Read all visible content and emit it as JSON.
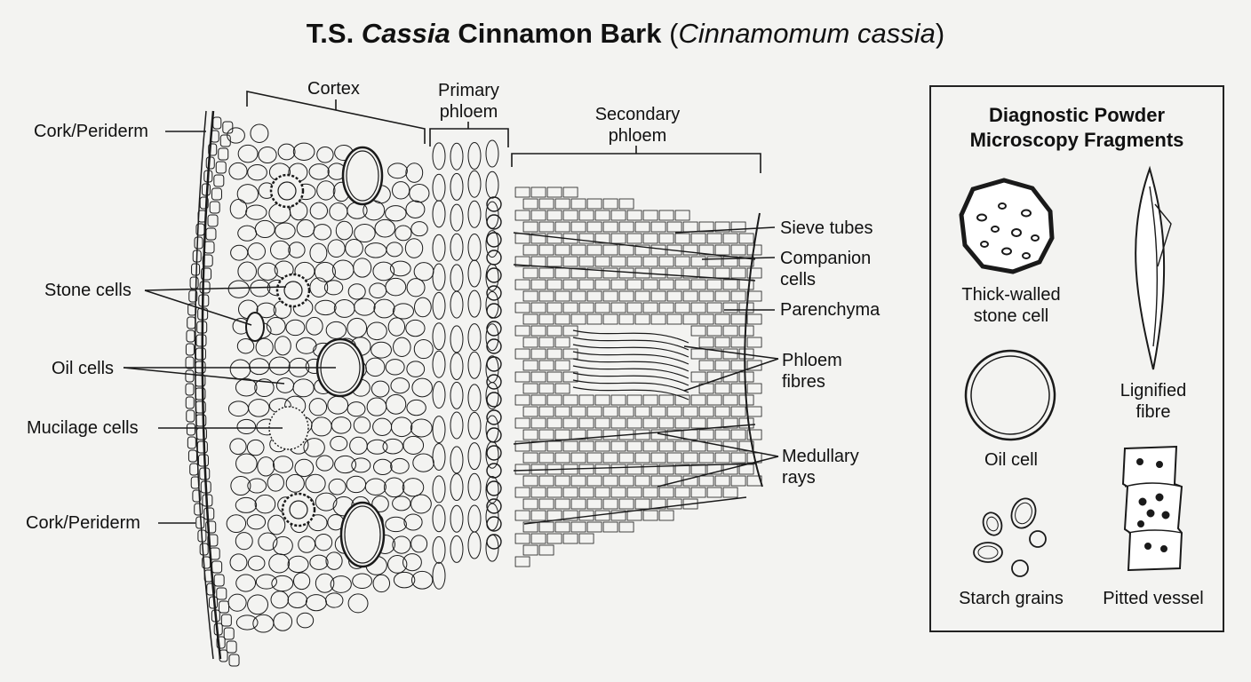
{
  "title": {
    "prefix": "T.S. ",
    "genus_italic": "Cassia",
    "rest": " Cinnamon Bark ",
    "open_paren": "(",
    "scientific": "Cinnamomum cassia",
    "close_paren": ")"
  },
  "region_labels": {
    "cortex": "Cortex",
    "primary_phloem": [
      "Primary",
      "phloem"
    ],
    "secondary_phloem": [
      "Secondary",
      "phloem"
    ]
  },
  "left_labels": {
    "cork_top": "Cork/Periderm",
    "stone_cells": "Stone cells",
    "oil_cells": "Oil cells",
    "mucilage_cells": "Mucilage cells",
    "cork_bottom": "Cork/Periderm"
  },
  "right_labels": {
    "sieve_tubes": "Sieve tubes",
    "companion_cells": [
      "Companion",
      "cells"
    ],
    "parenchyma": "Parenchyma",
    "phloem_fibres": [
      "Phloem",
      "fibres"
    ],
    "medullary_rays": [
      "Medullary",
      "rays"
    ]
  },
  "panel": {
    "title": [
      "Diagnostic Powder",
      "Microscopy Fragments"
    ],
    "items": {
      "stone_cell": [
        "Thick-walled",
        "stone cell"
      ],
      "fibre": [
        "Lignified",
        "fibre"
      ],
      "oil_cell": "Oil cell",
      "starch": "Starch grains",
      "vessel": "Pitted vessel"
    }
  }
}
